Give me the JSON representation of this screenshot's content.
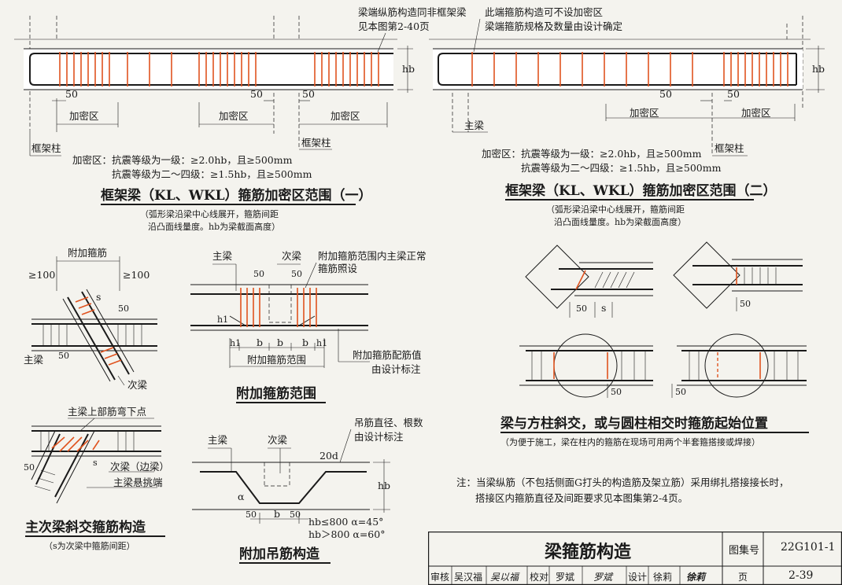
{
  "colors": {
    "stirrup": "#e0531f",
    "ink": "#1a1a1a",
    "paper": "#f4f3ee"
  },
  "top_left": {
    "note_line1": "梁端纵筋构造同非框架梁",
    "note_line2": "见本图第2-40页",
    "dim_50": "50",
    "zone_label": "加密区",
    "col_label": "框架柱",
    "hb": "hb",
    "range_line1": "加密区：抗震等级为一级：≥2.0hb，且≥500mm",
    "range_line2": "抗震等级为二～四级：≥1.5hb，且≥500mm",
    "title": "框架梁（KL、WKL）箍筋加密区范围（一）",
    "sub1": "（弧形梁沿梁中心线展开，箍筋间距",
    "sub2": "沿凸面线量度。hb为梁截面高度）"
  },
  "top_right": {
    "note_line1": "此端箍筋构造可不设加密区",
    "note_line2": "梁端箍筋规格及数量由设计确定",
    "dim_50": "50",
    "zone_label": "加密区",
    "main_beam": "主梁",
    "col_label": "框架柱",
    "hb": "hb",
    "range_line1": "加密区：抗震等级为一级：≥2.0hb，且≥500mm",
    "range_line2": "抗震等级为二～四级：≥1.5hb，且≥500mm",
    "title": "框架梁（KL、WKL）箍筋加密区范围（二）",
    "sub1": "（弧形梁沿梁中心线展开，箍筋间距",
    "sub2": "沿凸面线量度。hb为梁截面高度）"
  },
  "oblique": {
    "extra_stirrup": "附加箍筋",
    "ge100_left": "≥100",
    "ge100_right": "≥100",
    "s": "s",
    "d50a": "50",
    "d50b": "50",
    "main_beam": "主梁",
    "sub_beam": "次梁"
  },
  "extra_range": {
    "main_beam": "主梁",
    "sub_beam": "次梁",
    "d50a": "50",
    "d50b": "50",
    "note1": "附加箍筋范围内主梁正常",
    "note2": "箍筋照设",
    "h1": "h1",
    "b": "b",
    "range_label": "附加箍筋范围",
    "note3": "附加箍筋配筋值",
    "note4": "由设计标注",
    "title": "附加箍筋范围"
  },
  "cross": {
    "top_label": "主梁上部筋弯下点",
    "s": "s",
    "edge_beam": "次梁（边梁）",
    "cantilever": "主梁悬挑端",
    "d50": "50",
    "title": "主次梁斜交箍筋构造",
    "sub": "（s为次梁中箍筋间距）"
  },
  "hanger": {
    "main_beam": "主梁",
    "sub_beam": "次梁",
    "note1": "吊筋直径、根数",
    "note2": "由设计标注",
    "d20": "20d",
    "hb": "hb",
    "alpha": "α",
    "d50a": "50",
    "b": "b",
    "d50b": "50",
    "cond1": "hb≤800  α=45°",
    "cond2": "hb＞800  α=60°",
    "title": "附加吊筋构造"
  },
  "column": {
    "s": "s",
    "d50a": "50",
    "d50b": "50",
    "d50c": "50",
    "d50d": "50",
    "title": "梁与方柱斜交，或与圆柱相交时箍筋起始位置",
    "sub": "（为便于施工，梁在柱内的箍筋在现场可用两个半套箍搭接或焊接）"
  },
  "note": {
    "line1": "注：当梁纵筋（不包括侧面G打头的构造筋及架立筋）采用绑扎搭接接长时，",
    "line2": "搭接区内箍筋直径及间距要求见本图集第2-4页。"
  },
  "titleblock": {
    "title": "梁箍筋构造",
    "atlas_label": "图集号",
    "atlas_no": "22G101-1",
    "review": "审核",
    "reviewer": "吴汉福",
    "review_sig": "吴以福",
    "check": "校对",
    "checker": "罗斌",
    "check_sig": "罗斌",
    "design": "设计",
    "designer": "徐莉",
    "design_sig": "徐莉",
    "page_label": "页",
    "page_no": "2-39"
  }
}
